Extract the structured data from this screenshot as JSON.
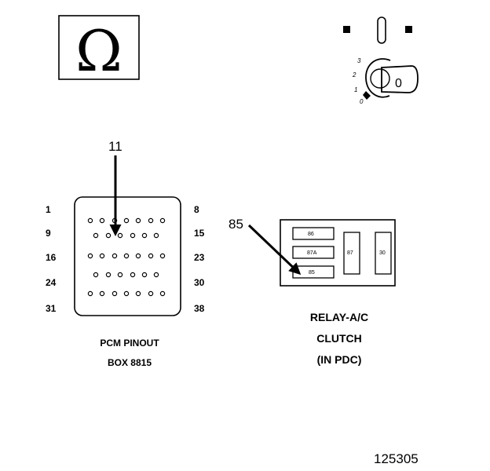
{
  "ohm_symbol": "Ω",
  "ignition": {
    "positions": [
      "3",
      "2",
      "1",
      "0"
    ],
    "key_label": "0"
  },
  "pcm": {
    "pin_callout": "11",
    "row_labels_left": [
      "1",
      "9",
      "16",
      "24",
      "31"
    ],
    "row_labels_right": [
      "8",
      "15",
      "23",
      "30",
      "38"
    ],
    "caption_line1": "PCM PINOUT",
    "caption_line2": "BOX 8815"
  },
  "relay": {
    "pin_callout": "85",
    "terminals": [
      "86",
      "87A",
      "85",
      "87",
      "30"
    ],
    "caption_line1": "RELAY-A/C",
    "caption_line2": "CLUTCH",
    "caption_line3": "(IN PDC)"
  },
  "figure_number": "125305"
}
